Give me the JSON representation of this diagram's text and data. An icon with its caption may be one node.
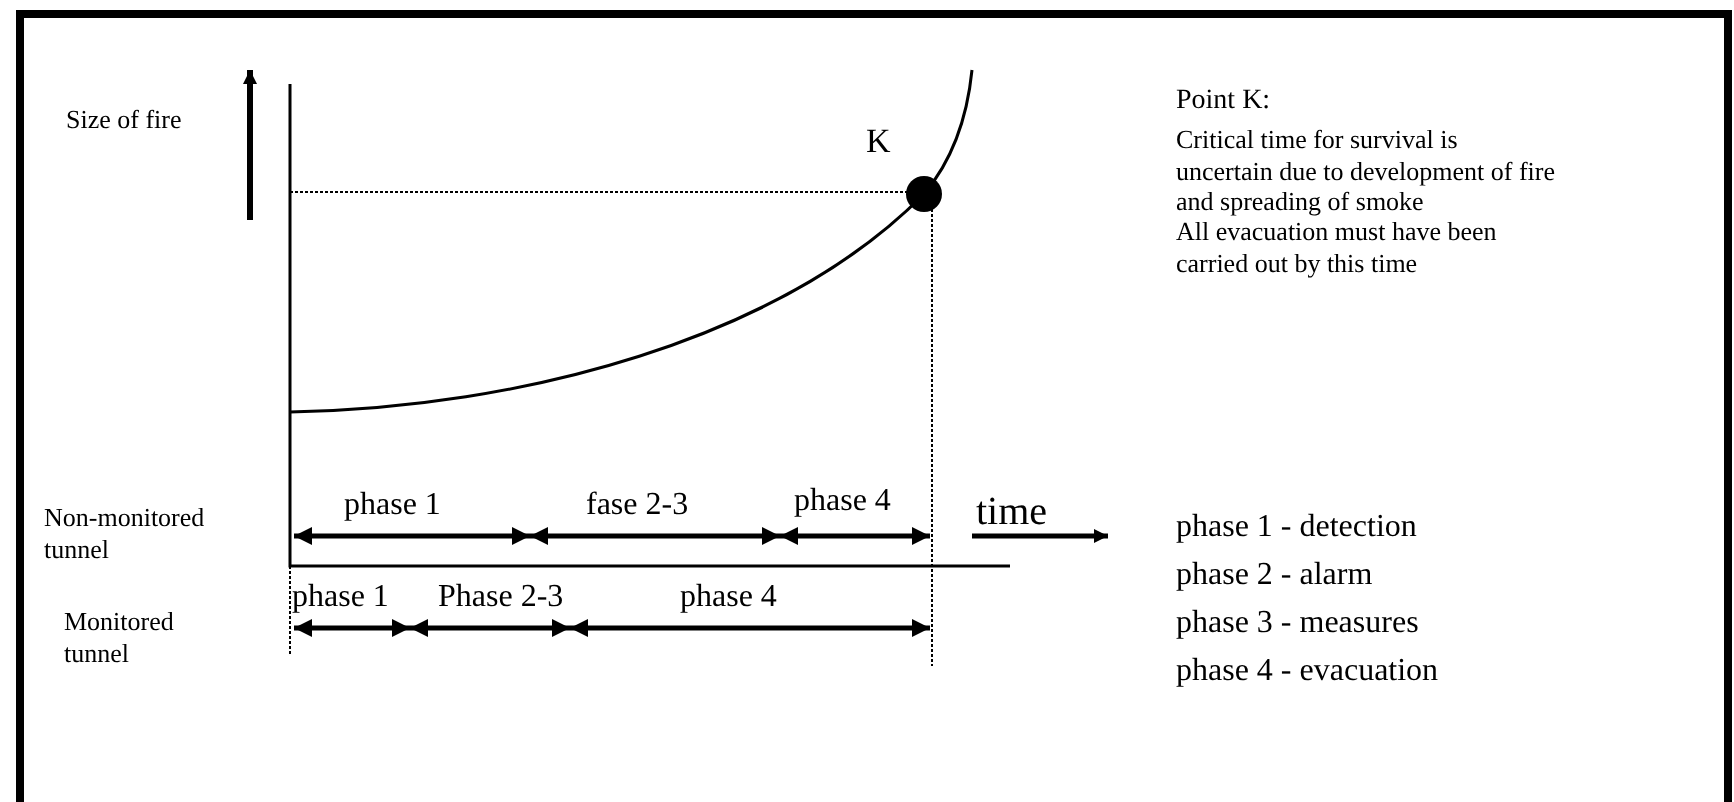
{
  "diagram": {
    "labels": [
      "Size of fire",
      "K",
      "Point K:",
      "Critical time for survival is uncertain due to development of fire and spreading of smoke",
      "All evacuation must have been carried out by this time",
      "Non-monitored tunnel",
      "phase 1",
      "fase 2-3",
      "phase 4",
      "time",
      "Monitored tunnel",
      "phase 1",
      "Phase 2-3",
      "phase 4",
      "phase 1 - detection",
      "phase 2 - alarm",
      "phase 3 - measures",
      "phase 4 - evacuation"
    ]
  }
}
